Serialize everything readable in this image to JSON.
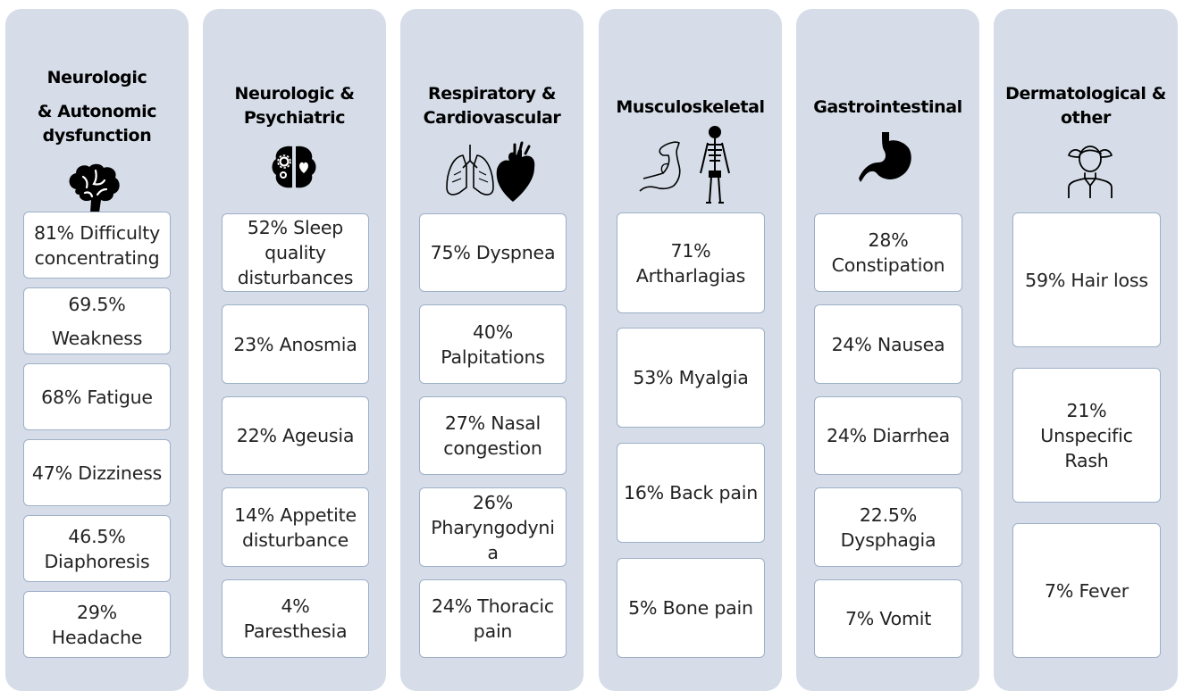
{
  "columns": [
    {
      "title_lines": [
        "Neurologic",
        "& Autonomic",
        "dysfunction"
      ],
      "icon": "brain-icon",
      "items": [
        [
          "81% Difficulty",
          "concentrating"
        ],
        [
          "69.5%",
          "Weakness"
        ],
        [
          "68% Fatigue"
        ],
        [
          "47% Dizziness"
        ],
        [
          "46.5%",
          "Diaphoresis"
        ],
        [
          "29%",
          "Headache"
        ]
      ]
    },
    {
      "title_lines": [
        "Neurologic &",
        "Psychiatric"
      ],
      "icon": "brain-gear-heart-icon",
      "items": [
        [
          "52% Sleep",
          "quality",
          "disturbances"
        ],
        [
          "23% Anosmia"
        ],
        [
          "22% Ageusia"
        ],
        [
          "14% Appetite",
          "disturbance"
        ],
        [
          "4%",
          "Paresthesia"
        ]
      ]
    },
    {
      "title_lines": [
        "Respiratory &",
        "Cardiovascular"
      ],
      "icon": "lungs-heart-icon",
      "items": [
        [
          "75% Dyspnea"
        ],
        [
          "40%",
          "Palpitations"
        ],
        [
          "27% Nasal",
          "congestion"
        ],
        [
          "26%",
          "Pharyngodyni",
          "a"
        ],
        [
          "24% Thoracic",
          "pain"
        ]
      ]
    },
    {
      "title_lines": [
        "Musculoskeletal"
      ],
      "icon": "muscle-skeleton-icon",
      "items": [
        [
          "71%",
          "Artharlagias"
        ],
        [
          "53% Myalgia"
        ],
        [
          "16% Back pain"
        ],
        [
          "5% Bone pain"
        ]
      ]
    },
    {
      "title_lines": [
        "Gastrointestinal"
      ],
      "icon": "stomach-icon",
      "items": [
        [
          "28%",
          "Constipation"
        ],
        [
          "24% Nausea"
        ],
        [
          "24% Diarrhea"
        ],
        [
          "22.5%",
          "Dysphagia"
        ],
        [
          "7% Vomit"
        ]
      ]
    },
    {
      "title_lines": [
        "Dermatological &",
        "other"
      ],
      "icon": "person-hair-icon",
      "items": [
        [
          "59% Hair loss"
        ],
        [
          "21%",
          "Unspecific",
          "Rash"
        ],
        [
          "7% Fever"
        ]
      ]
    }
  ]
}
